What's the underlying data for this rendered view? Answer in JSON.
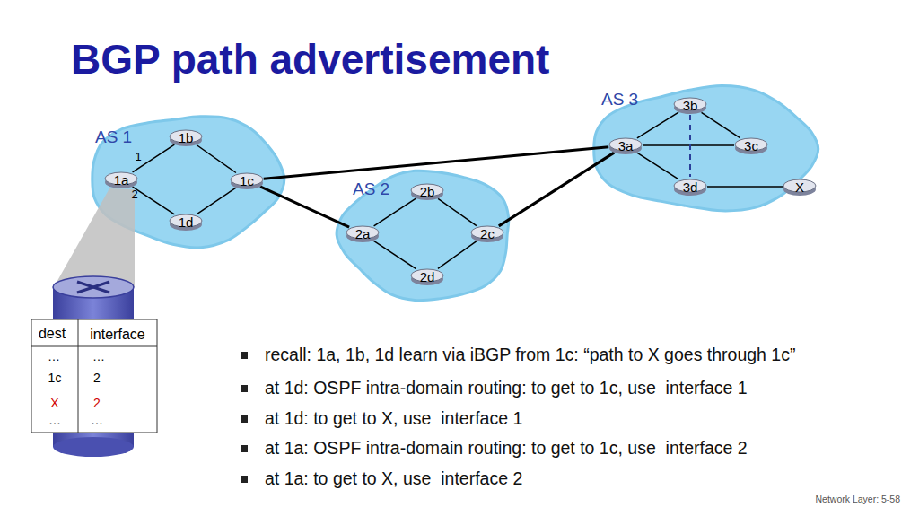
{
  "diagram": {
    "title": "BGP path advertisement",
    "nodes": [
      {
        "text": [
          "AS 1"
        ]
      },
      {
        "text": [
          "1a"
        ],
        "in": 0
      },
      {
        "text": [
          "1b"
        ],
        "in": 0
      },
      {
        "text": [
          "1c"
        ],
        "in": 0
      },
      {
        "text": [
          "1d"
        ],
        "in": 0
      },
      {
        "text": [
          "AS 2"
        ]
      },
      {
        "text": [
          "2a"
        ],
        "in": 5
      },
      {
        "text": [
          "2b"
        ],
        "in": 5
      },
      {
        "text": [
          "2c"
        ],
        "in": 5
      },
      {
        "text": [
          "2d"
        ],
        "in": 5
      },
      {
        "text": [
          "AS 3"
        ]
      },
      {
        "text": [
          "3a"
        ],
        "in": 10
      },
      {
        "text": [
          "3b"
        ],
        "in": 10
      },
      {
        "text": [
          "3c"
        ],
        "in": 10
      },
      {
        "text": [
          "3d"
        ],
        "in": 10
      },
      {
        "text": [
          "X"
        ],
        "in": 10
      }
    ],
    "edges": [
      {
        "from": 1,
        "to": 2,
        "arrow": "none"
      },
      {
        "from": 1,
        "to": 4,
        "arrow": "none"
      },
      {
        "from": 2,
        "to": 3,
        "arrow": "none"
      },
      {
        "from": 4,
        "to": 3,
        "arrow": "none"
      },
      {
        "from": 3,
        "to": 6,
        "arrow": "none"
      },
      {
        "from": 3,
        "to": 11,
        "arrow": "none"
      },
      {
        "from": 6,
        "to": 7,
        "arrow": "none"
      },
      {
        "from": 6,
        "to": 9,
        "arrow": "none"
      },
      {
        "from": 7,
        "to": 8,
        "arrow": "none"
      },
      {
        "from": 9,
        "to": 8,
        "arrow": "none"
      },
      {
        "from": 8,
        "to": 11,
        "arrow": "none"
      },
      {
        "from": 11,
        "to": 12,
        "arrow": "none"
      },
      {
        "from": 11,
        "to": 13,
        "arrow": "none"
      },
      {
        "from": 11,
        "to": 14,
        "arrow": "none"
      },
      {
        "from": 12,
        "to": 13,
        "arrow": "none"
      },
      {
        "from": 12,
        "to": 14,
        "arrow": "none"
      },
      {
        "from": 14,
        "to": 15,
        "arrow": "none"
      }
    ],
    "labels": [
      "1",
      "2",
      "dest",
      "interface",
      "…",
      "…",
      "1c",
      "2",
      "X",
      "2",
      "…",
      "…",
      "recall: 1a, 1b, 1d learn via iBGP from 1c: “path to X goes through 1c”",
      "at 1d: OSPF intra-domain routing: to get to 1c, use  interface 1",
      "at 1d: to get to X, use  interface 1",
      "at 1a: OSPF intra-domain routing: to get to 1c, use  interface 2",
      "at 1a: to get to X, use  interface 2",
      "Network Layer: 5-58"
    ]
  }
}
